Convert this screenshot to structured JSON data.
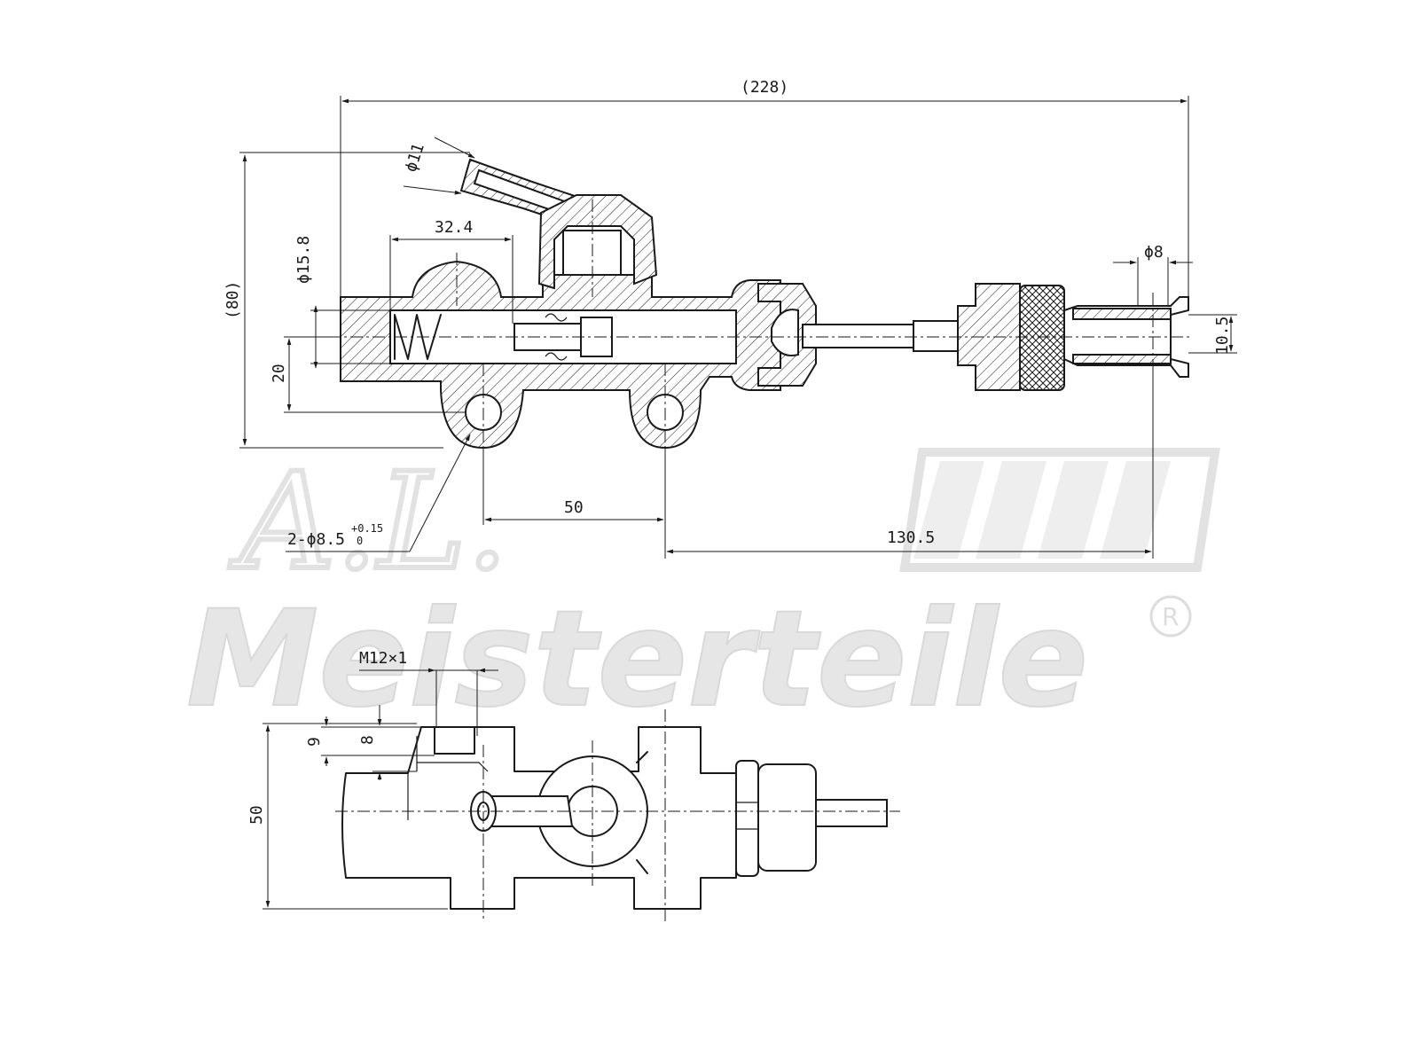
{
  "watermark": {
    "brand": "Meisterteile",
    "logo_letters": "A.L.",
    "registered": "R"
  },
  "dimensions": {
    "overall_length": "(228)",
    "outlet_diameter": "ϕ11",
    "bore_diameter": "ϕ15.8",
    "chamber_length": "32.4",
    "overall_height": "(80)",
    "axis_height": "20",
    "rod_end_diameter": "ϕ8",
    "rod_end_width": "10.5",
    "mount_spacing": "50",
    "mount_to_rod_end": "130.5",
    "mount_holes": "2-ϕ8.5",
    "mount_holes_tol_upper": "+0.15",
    "mount_holes_tol_lower": "0",
    "port_thread": "M12×1",
    "port_depth_a": "9",
    "port_depth_b": "8",
    "body_width": "50"
  },
  "colors": {
    "line": "#1a1a1a",
    "watermark": "#e6e6e6",
    "background": "#ffffff"
  }
}
